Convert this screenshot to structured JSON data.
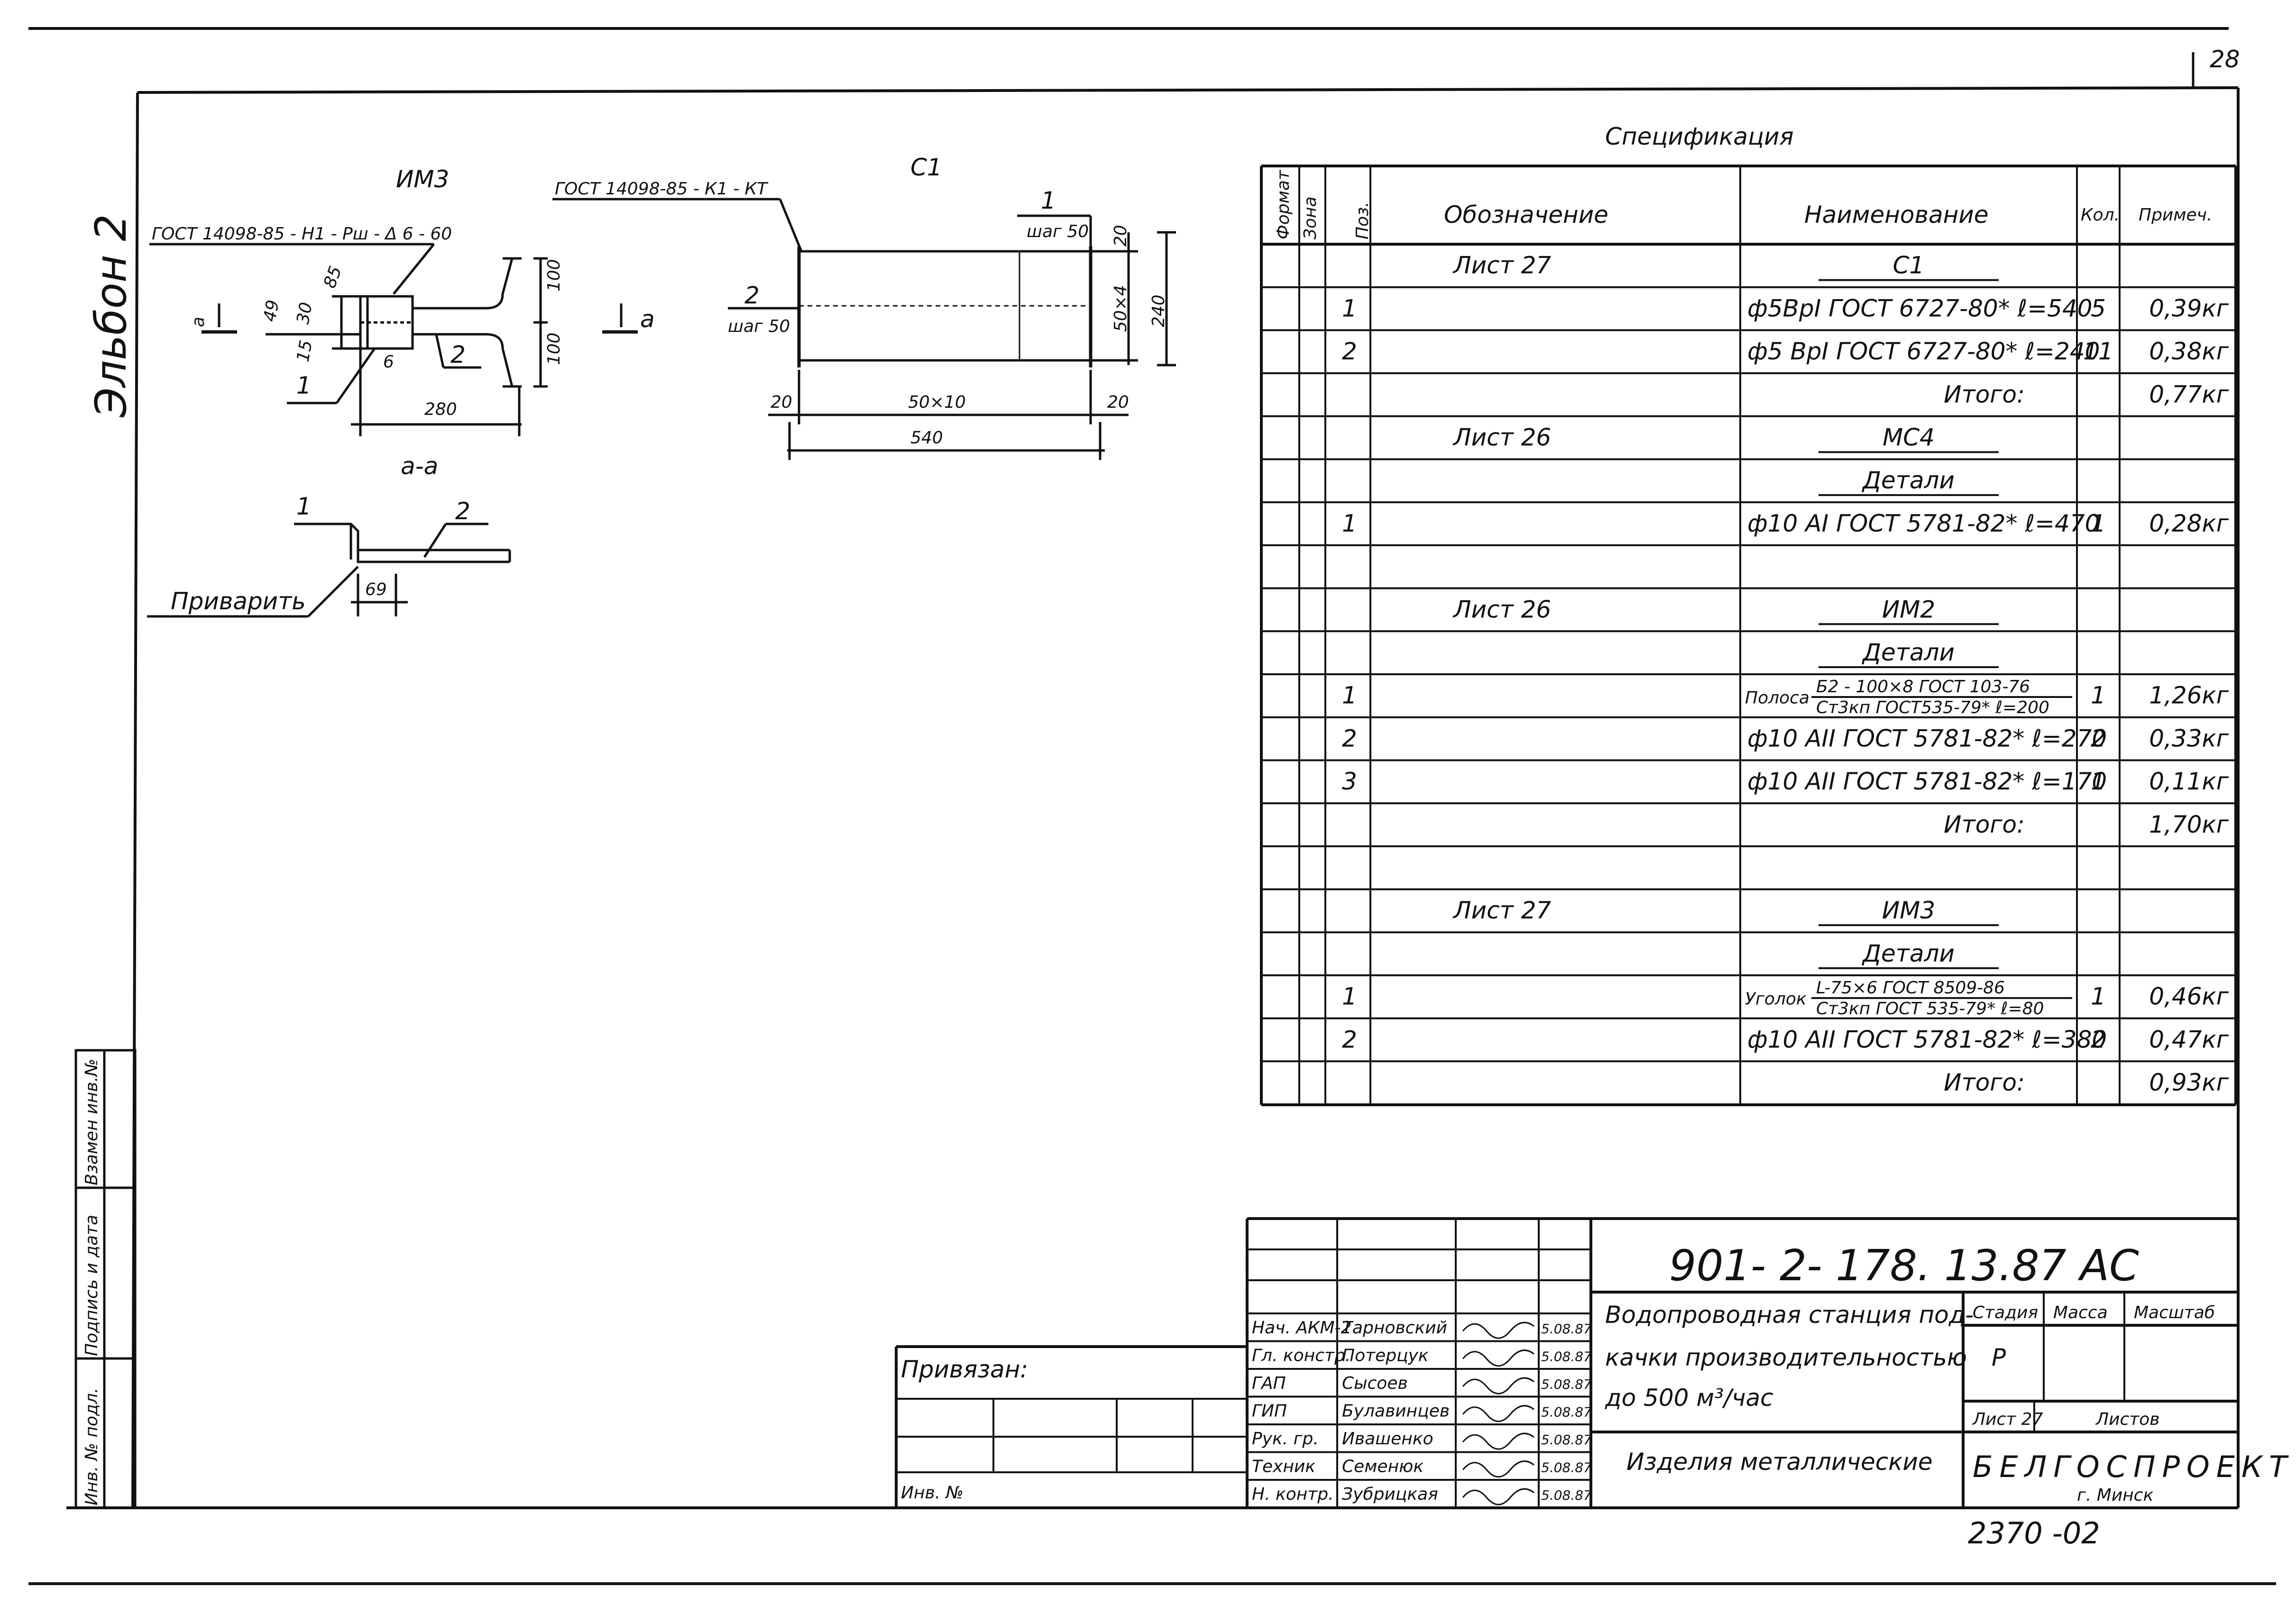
{
  "sheet_number": "28",
  "side_label": "Эльбон 2",
  "left_stamp": [
    "Инв. № подл.",
    "Подпись и дата",
    "Взамен инв.№"
  ],
  "drawing_im3": {
    "title": "ИМ3",
    "gost_label": "ГОСТ 14098-85 - Н1 - Рш - Δ 6 - 60",
    "section_mark": "а",
    "dims": {
      "d85": "85",
      "d49": "49",
      "d30": "30",
      "d15": "15",
      "d6": "6",
      "d100a": "100",
      "d100b": "100",
      "d280": "280"
    },
    "pos1": "1",
    "pos2": "2"
  },
  "drawing_c1": {
    "title": "С1",
    "gost_label": "ГОСТ 14098-85 - К1 - КТ",
    "pos1": "1",
    "step1": "шаг 50",
    "pos2": "2",
    "step2": "шаг 50",
    "dims": {
      "top20": "20",
      "mid": "50×4",
      "total": "240",
      "left20": "20",
      "middle": "50×10",
      "right20": "20",
      "length": "540"
    }
  },
  "section_aa": {
    "title": "а-а",
    "pos1": "1",
    "pos2": "2",
    "weld_label": "Приварить",
    "dim": "69"
  },
  "spec": {
    "title": "Спецификация",
    "headers": {
      "format": "Формат",
      "zone": "Зона",
      "pos": "Поз.",
      "designation": "Обозначение",
      "name": "Наименование",
      "qty": "Кол.",
      "note": "Примеч."
    },
    "rows": [
      {
        "pos": "",
        "designation": "Лист 27",
        "name": "С1",
        "qty": "",
        "note": "",
        "kind": "heading"
      },
      {
        "pos": "1",
        "designation": "",
        "name": "ф5ВрI ГОСТ 6727-80* ℓ=540",
        "qty": "5",
        "note": "0,39кг",
        "kind": "item"
      },
      {
        "pos": "2",
        "designation": "",
        "name": "ф5 ВрI ГОСТ 6727-80* ℓ=240",
        "qty": "11",
        "note": "0,38кг",
        "kind": "item"
      },
      {
        "pos": "",
        "designation": "",
        "name": "Итого:",
        "qty": "",
        "note": "0,77кг",
        "kind": "total"
      },
      {
        "pos": "",
        "designation": "Лист 26",
        "name": "МС4",
        "qty": "",
        "note": "",
        "kind": "heading"
      },
      {
        "pos": "",
        "designation": "",
        "name": "Детали",
        "qty": "",
        "note": "",
        "kind": "heading"
      },
      {
        "pos": "1",
        "designation": "",
        "name": "ф10 АI ГОСТ 5781-82* ℓ=470",
        "qty": "1",
        "note": "0,28кг",
        "kind": "item"
      },
      {
        "pos": "",
        "designation": "",
        "name": "",
        "qty": "",
        "note": "",
        "kind": "empty"
      },
      {
        "pos": "",
        "designation": "Лист 26",
        "name": "ИМ2",
        "qty": "",
        "note": "",
        "kind": "heading"
      },
      {
        "pos": "",
        "designation": "",
        "name": "Детали",
        "qty": "",
        "note": "",
        "kind": "heading"
      },
      {
        "pos": "1",
        "designation": "",
        "name": "Полоса",
        "name_top": "Б2 - 100×8 ГОСТ 103-76",
        "name_bottom": "Ст3кп ГОСТ535-79* ℓ=200",
        "qty": "1",
        "note": "1,26кг",
        "kind": "fraction"
      },
      {
        "pos": "2",
        "designation": "",
        "name": "ф10 АII ГОСТ 5781-82* ℓ=270",
        "qty": "2",
        "note": "0,33кг",
        "kind": "item"
      },
      {
        "pos": "3",
        "designation": "",
        "name": "ф10 АII ГОСТ 5781-82* ℓ=170",
        "qty": "1",
        "note": "0,11кг",
        "kind": "item"
      },
      {
        "pos": "",
        "designation": "",
        "name": "Итого:",
        "qty": "",
        "note": "1,70кг",
        "kind": "total"
      },
      {
        "pos": "",
        "designation": "",
        "name": "",
        "qty": "",
        "note": "",
        "kind": "empty"
      },
      {
        "pos": "",
        "designation": "Лист 27",
        "name": "ИМ3",
        "qty": "",
        "note": "",
        "kind": "heading"
      },
      {
        "pos": "",
        "designation": "",
        "name": "Детали",
        "qty": "",
        "note": "",
        "kind": "heading"
      },
      {
        "pos": "1",
        "designation": "",
        "name": "Уголок",
        "name_top": "L-75×6 ГОСТ 8509-86",
        "name_bottom": "Ст3кп ГОСТ 535-79* ℓ=80",
        "qty": "1",
        "note": "0,46кг",
        "kind": "fraction"
      },
      {
        "pos": "2",
        "designation": "",
        "name": "ф10 АII ГОСТ 5781-82* ℓ=380",
        "qty": "2",
        "note": "0,47кг",
        "kind": "item"
      },
      {
        "pos": "",
        "designation": "",
        "name": "Итого:",
        "qty": "",
        "note": "0,93кг",
        "kind": "total"
      }
    ]
  },
  "title_block": {
    "code": "901- 2- 178. 13.87   АС",
    "project_lines": [
      "Водопроводная станция под-",
      "качки производительностью",
      "до  500 м³/час"
    ],
    "subject": "Изделия металлические",
    "stage_label": "Стадия",
    "mass_label": "Масса",
    "scale_label": "Масштаб",
    "stage": "Р",
    "sheet_label": "Лист 27",
    "sheets_label": "Листов",
    "org": "БЕЛГОСПРОЕКТ",
    "city": "г. Минск",
    "signers": [
      {
        "role": "Нач. АКМ-2",
        "name": "Тарновский",
        "date": "5.08.87"
      },
      {
        "role": "Гл. констр.",
        "name": "Потерцук",
        "date": "5.08.87"
      },
      {
        "role": "ГАП",
        "name": "Сысоев",
        "date": "5.08.87"
      },
      {
        "role": "ГИП",
        "name": "Булавинцев",
        "date": "5.08.87"
      },
      {
        "role": "Рук. гр.",
        "name": "Ивашенко",
        "date": "5.08.87"
      },
      {
        "role": "Техник",
        "name": "Семенюк",
        "date": "5.08.87"
      },
      {
        "role": "Н. контр.",
        "name": "Зубрицкая",
        "date": "5.08.87"
      }
    ],
    "privyazan": "Привязан:",
    "inv": "Инв. №"
  },
  "archive_number": "2370 -02"
}
